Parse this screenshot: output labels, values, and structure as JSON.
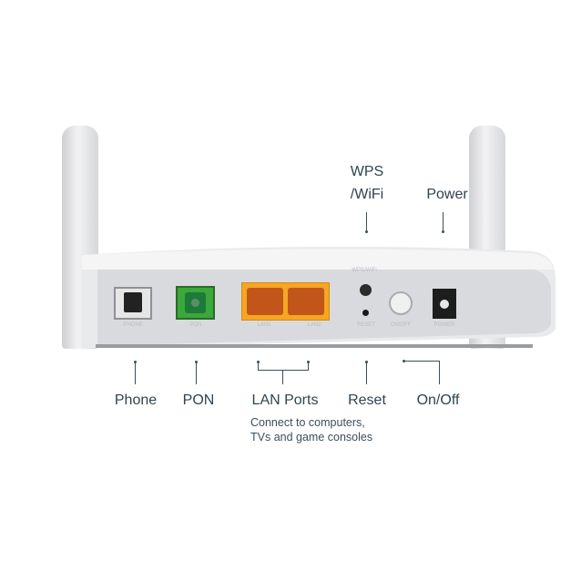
{
  "callouts_top": {
    "wps_line1": "WPS",
    "wps_line2": "/WiFi",
    "power": "Power"
  },
  "callouts_bottom": {
    "phone": "Phone",
    "pon": "PON",
    "lan": "LAN Ports",
    "lan_desc_line1": "Connect to computers,",
    "lan_desc_line2": "TVs and game consoles",
    "reset": "Reset",
    "onoff": "On/Off"
  },
  "device_labels": {
    "phone": "PHONE",
    "pon": "PON",
    "lan1": "LAN1",
    "lan2": "LAN2",
    "wps": "WPS/WiFi",
    "reset": "RESET",
    "onoff": "ON/OFF",
    "power": "POWER"
  },
  "colors": {
    "lan_port": "#f5a623",
    "pon_port": "#3aa83a",
    "text": "#2f4450"
  }
}
